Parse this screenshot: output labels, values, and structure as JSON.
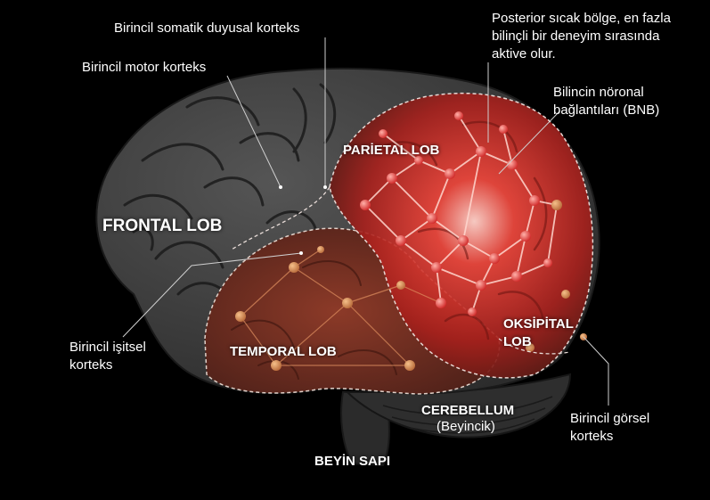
{
  "colors": {
    "background": "#000000",
    "brain": "#3e3e3e",
    "brain_groove": "#1c1c1c",
    "hot_zone": "#c81e1e",
    "temporal": "#6e2a20",
    "node": "#ff4a4a",
    "node_warm": "#d88a52",
    "leader_line": "#cfcfcf"
  },
  "lobes": {
    "frontal": "FRONTAL LOB",
    "parietal": "PARİETAL LOB",
    "temporal": "TEMPORAL LOB",
    "occipital_1": "OKSİPİTAL",
    "occipital_2": "LOB",
    "cerebellum": "CEREBELLUM",
    "cerebellum_sub": "(Beyincik)",
    "brainstem": "BEYİN SAPI"
  },
  "labels": {
    "somatosensory": "Birincil somatik duyusal korteks",
    "motor": "Birincil motor korteks",
    "hot_zone_1": "Posterior sıcak bölge, en fazla",
    "hot_zone_2": "bilinçli bir deneyim sırasında",
    "hot_zone_3": "aktive olur.",
    "ncc_1": "Bilincin nöronal",
    "ncc_2": "bağlantıları (BNB)",
    "auditory_1": "Birincil işitsel",
    "auditory_2": "korteks",
    "visual_1": "Birincil görsel",
    "visual_2": "korteks"
  },
  "icons": {
    "brain": "brain-illustration",
    "network": "neural-network-nodes"
  }
}
